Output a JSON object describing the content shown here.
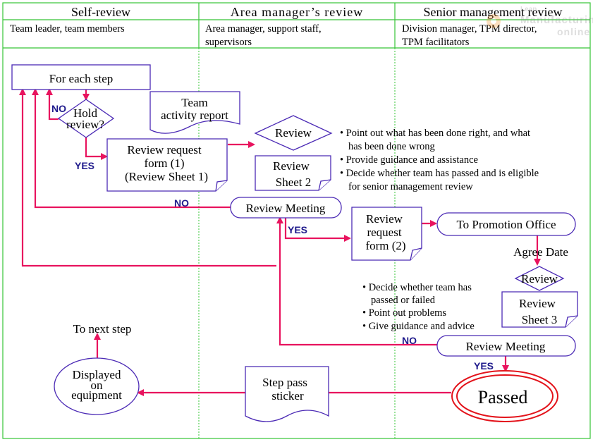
{
  "columns": [
    {
      "title": "Self-review",
      "participants": [
        "Team leader, team members"
      ]
    },
    {
      "title": "Area manager’s review",
      "participants": [
        "Area manager, support staff,",
        "supervisors"
      ]
    },
    {
      "title": "Senior management review",
      "participants": [
        "Division manager, TPM director,",
        "TPM facilitators"
      ]
    }
  ],
  "watermark": {
    "lines": [
      "Lean",
      "Manufacturing",
      "online"
    ]
  },
  "edge_labels": {
    "yes": "YES",
    "no": "NO"
  },
  "nodes": {
    "for_each_step": "For each step",
    "hold_review": [
      "Hold",
      "review?"
    ],
    "team_activity_report": [
      "Team",
      "activity report"
    ],
    "review_request_form_1": [
      "Review request",
      "form (1)",
      "(Review Sheet 1)"
    ],
    "review": "Review",
    "review_sheet_2": [
      "Review",
      "Sheet 2"
    ],
    "review_meeting": "Review Meeting",
    "review_request_form_2": [
      "Review",
      "request",
      "form (2)"
    ],
    "to_promotion_office": "To Promotion Office",
    "agree_date": "Agree Date",
    "review_sheet_3": [
      "Review",
      "Sheet 3"
    ],
    "passed": "Passed",
    "step_pass_sticker": [
      "Step pass",
      "sticker"
    ],
    "displayed_on_equipment": [
      "Displayed",
      "on",
      "equipment"
    ],
    "to_next_step": "To next step"
  },
  "area_notes": [
    "• Point out what has been done right, and what",
    "has been done wrong",
    "• Provide guidance and assistance",
    "• Decide whether team has passed and is eligible",
    "for senior management review"
  ],
  "senior_notes": [
    "• Decide whether team has",
    "passed or failed",
    "• Point out problems",
    "• Give guidance and advice"
  ],
  "colors": {
    "shape_outline": "#4b2ab5",
    "flow_arrow": "#e8135e",
    "grid": "#36c436",
    "edge_label": "#1f1a8c",
    "passed_outline": "#e3131b"
  }
}
